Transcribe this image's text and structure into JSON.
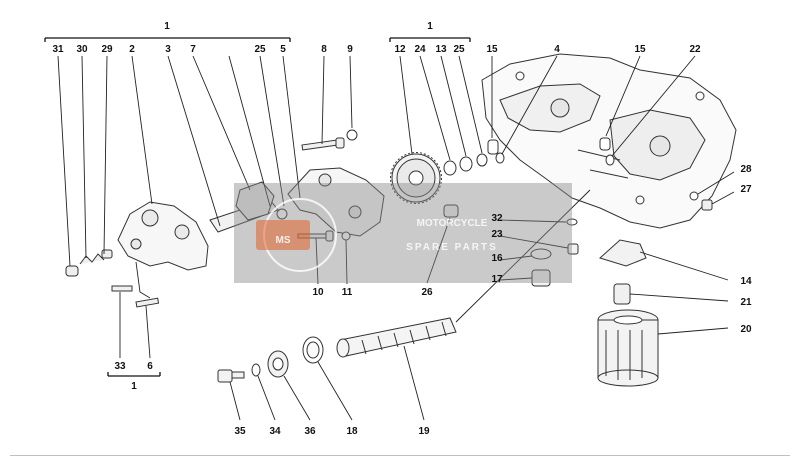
{
  "watermark": {
    "badge": "MS",
    "line1": "MOTORCYCLE",
    "line2": "SPARE PARTS",
    "colors": {
      "panel": "#8a8a8a",
      "badge": "#e0622a"
    }
  },
  "group_labels": {
    "g_left": "1",
    "g_mid": "1",
    "g_bottom": "1"
  },
  "labels": {
    "p31": "31",
    "p30": "30",
    "p29": "29",
    "p2": "2",
    "p3": "3",
    "p7": "7",
    "p25a": "25",
    "p5": "5",
    "p8": "8",
    "p9": "9",
    "p12": "12",
    "p24": "24",
    "p13": "13",
    "p25b": "25",
    "p15a": "15",
    "p4": "4",
    "p15b": "15",
    "p22": "22",
    "p28": "28",
    "p27": "27",
    "p32": "32",
    "p23": "23",
    "p16": "16",
    "p17": "17",
    "p26": "26",
    "p10": "10",
    "p11": "11",
    "p14": "14",
    "p21": "21",
    "p20": "20",
    "p33": "33",
    "p6": "6",
    "p35": "35",
    "p34": "34",
    "p36": "36",
    "p18": "18",
    "p19": "19"
  }
}
